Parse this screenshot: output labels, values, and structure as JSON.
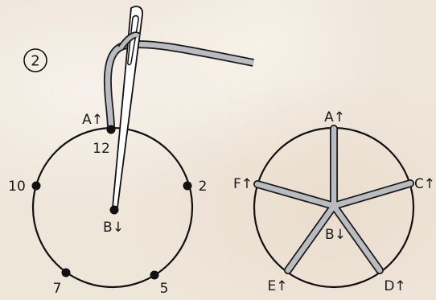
{
  "step_number": "2",
  "left_diagram": {
    "labels": {
      "a": "A↑",
      "twelve": "12",
      "two": "2",
      "ten": "10",
      "five": "5",
      "seven": "7",
      "b": "B↓"
    }
  },
  "right_diagram": {
    "labels": {
      "a": "A↑",
      "c": "C↑",
      "d": "D↑",
      "e": "E↑",
      "f": "F↑",
      "b": "B↓"
    }
  },
  "colors": {
    "background": "#efe6da",
    "line": "#111111",
    "yarn_fill": "#b9bcc0",
    "yarn_outline": "#1a1a1a",
    "needle_fill": "#ffffff"
  }
}
